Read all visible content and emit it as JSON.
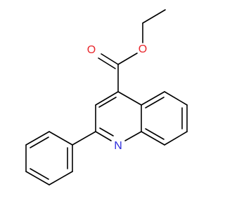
{
  "molecule": {
    "atoms": {
      "carbonyl_oxygen": {
        "label": "O",
        "color": "#e8262c"
      },
      "ester_oxygen": {
        "label": "O",
        "color": "#e8262c"
      },
      "ring_nitrogen": {
        "label": "N",
        "color": "#2c2cdc"
      }
    },
    "colors": {
      "bond": "#000000",
      "oxygen": "#e8262c",
      "nitrogen": "#2c2cdc",
      "background": "#ffffff"
    }
  }
}
